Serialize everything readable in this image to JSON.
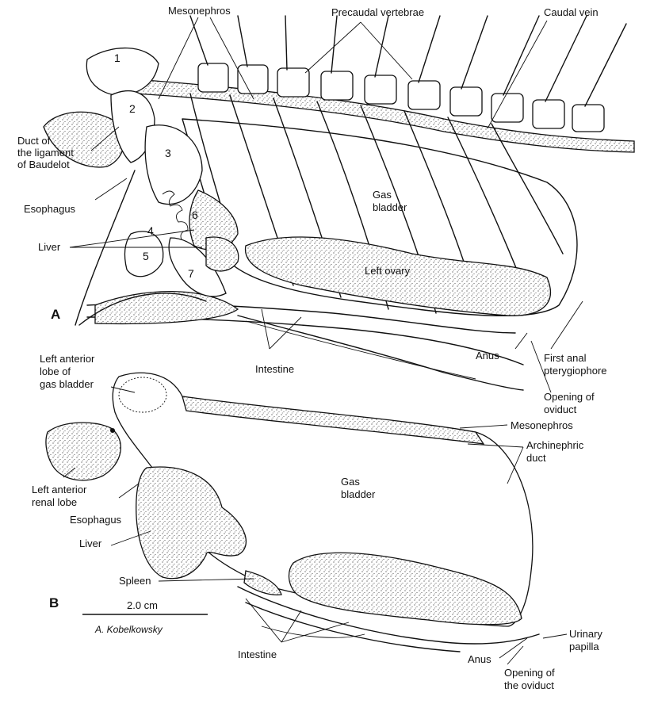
{
  "panel_a": {
    "letter": "A",
    "labels": {
      "mesonephros": "Mesonephros",
      "precaudal_vertebrae": "Precaudal vertebrae",
      "caudal_vein": "Caudal vein",
      "duct_line1": "Duct of",
      "duct_line2": "the ligament",
      "duct_line3": "of Baudelot",
      "esophagus": "Esophagus",
      "liver": "Liver",
      "gas_line1": "Gas",
      "gas_line2": "bladder",
      "left_ovary": "Left ovary",
      "intestine": "Intestine",
      "anus": "Anus",
      "anal_line1": "First anal",
      "anal_line2": "pterygiophore",
      "oviduct_line1": "Opening of",
      "oviduct_line2": "oviduct"
    },
    "numbers": [
      "1",
      "2",
      "3",
      "4",
      "5",
      "6",
      "7"
    ]
  },
  "panel_b": {
    "letter": "B",
    "labels": {
      "lobe_line1": "Left anterior",
      "lobe_line2": "lobe of",
      "lobe_line3": "gas bladder",
      "mesonephros": "Mesonephros",
      "archi_line1": "Archinephric",
      "archi_line2": "duct",
      "gas_line1": "Gas",
      "gas_line2": "bladder",
      "renal_line1": "Left anterior",
      "renal_line2": "renal lobe",
      "esophagus": "Esophagus",
      "liver": "Liver",
      "spleen": "Spleen",
      "intestine": "Intestine",
      "anus": "Anus",
      "urinary_line1": "Urinary",
      "urinary_line2": "papilla",
      "oviduct_line1": "Opening of",
      "oviduct_line2": "the oviduct"
    }
  },
  "scale_bar": "2.0 cm",
  "credit": "A. Kobelkowsky"
}
